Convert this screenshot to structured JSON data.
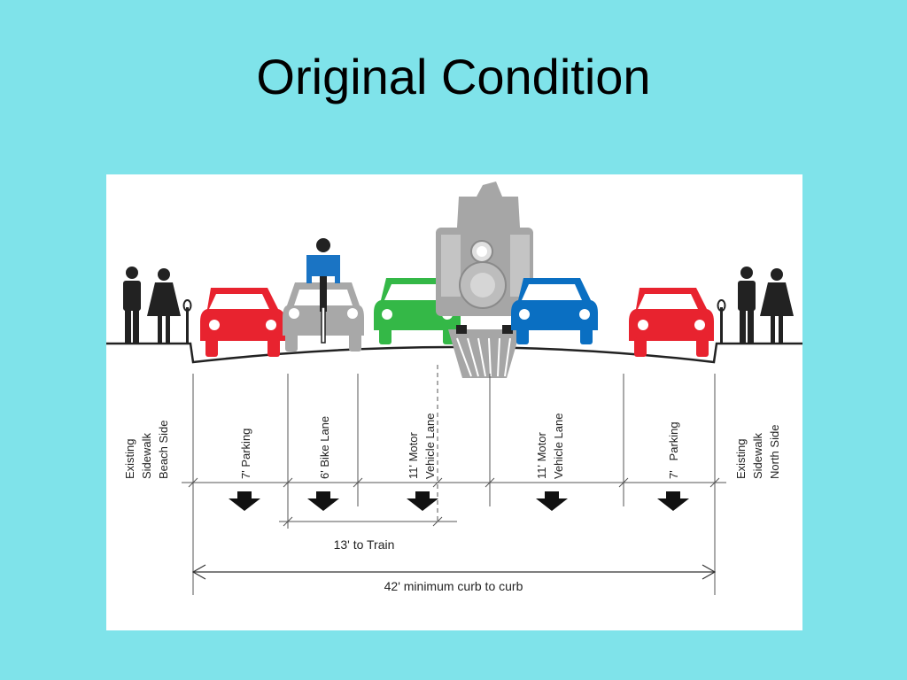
{
  "slide": {
    "title": "Original Condition"
  },
  "figure": {
    "lanes": [
      {
        "lines": [
          "Existing",
          "Sidewalk",
          "Beach Side"
        ]
      },
      {
        "lines": [
          "7' Parking"
        ]
      },
      {
        "lines": [
          "6' Bike Lane"
        ]
      },
      {
        "lines": [
          "11' Motor",
          "Vehicle Lane"
        ]
      },
      {
        "lines": [
          "11' Motor",
          "Vehicle Lane"
        ]
      },
      {
        "lines": [
          "7'   Parking"
        ]
      },
      {
        "lines": [
          "Existing",
          "Sidewalk",
          "North Side"
        ]
      }
    ],
    "dimensions": {
      "to_train": "13' to Train",
      "curb_to_curb": "42' minimum curb to curb"
    },
    "vehicles": [
      {
        "kind": "car",
        "color": "#e8232f"
      },
      {
        "kind": "bike-car",
        "color": "#a8a8a8"
      },
      {
        "kind": "car",
        "color": "#34b847"
      },
      {
        "kind": "train",
        "color": "#a6a6a6"
      },
      {
        "kind": "car",
        "color": "#0a6fc2"
      },
      {
        "kind": "car",
        "color": "#e8232f"
      }
    ],
    "colors": {
      "background": "#7fe3ea",
      "panel": "#ffffff",
      "cyclist_shirt": "#1a74c4"
    }
  }
}
